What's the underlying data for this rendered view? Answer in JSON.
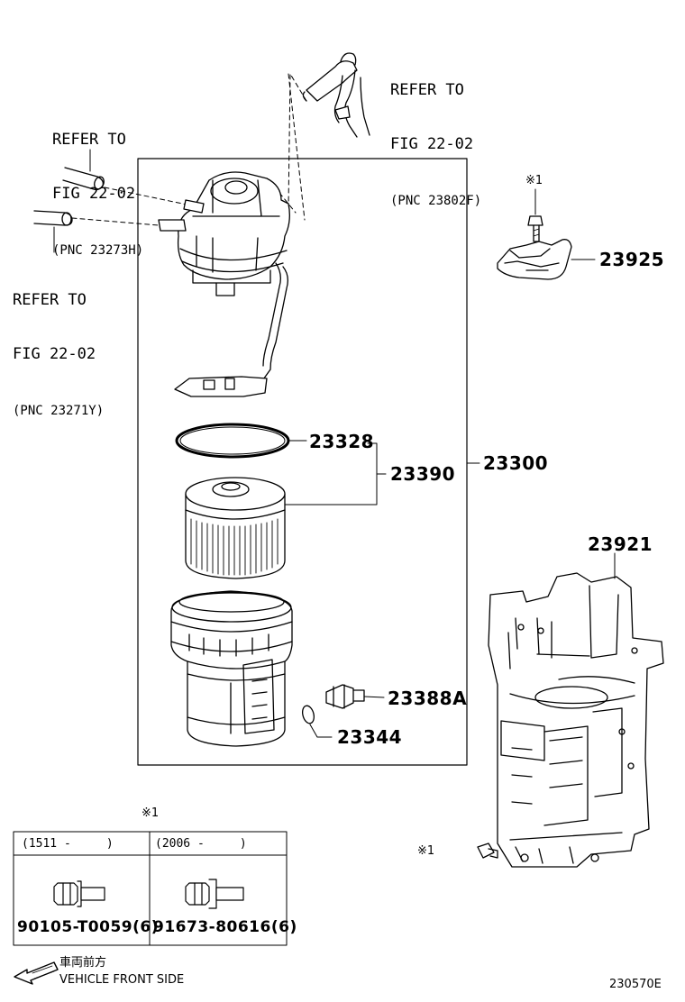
{
  "refs": [
    {
      "line1": "REFER TO",
      "line2": "FIG 22-02",
      "pnc": "(PNC 23802F)"
    },
    {
      "line1": "REFER TO",
      "line2": "FIG 22-02",
      "pnc": "(PNC 23273H)"
    },
    {
      "line1": "REFER TO",
      "line2": "FIG 22-02",
      "pnc": "(PNC 23271Y)"
    }
  ],
  "part_numbers": {
    "p23925": "23925",
    "p23328": "23328",
    "p23390": "23390",
    "p23300": "23300",
    "p23921": "23921",
    "p23388A": "23388A",
    "p23344": "23344"
  },
  "note_marks": {
    "bolt_top": "※1",
    "bolt_bottom": "※1",
    "table": "※1"
  },
  "bolt_table": {
    "columns": [
      {
        "date_range": "(1511 -     )",
        "part": "90105-T0059(6)"
      },
      {
        "date_range": "(2006 -     )",
        "part": "91673-80616(6)"
      }
    ]
  },
  "footer": {
    "jp_label": "車両前方",
    "en_label": "VEHICLE FRONT SIDE",
    "diagram_id": "230570E"
  }
}
